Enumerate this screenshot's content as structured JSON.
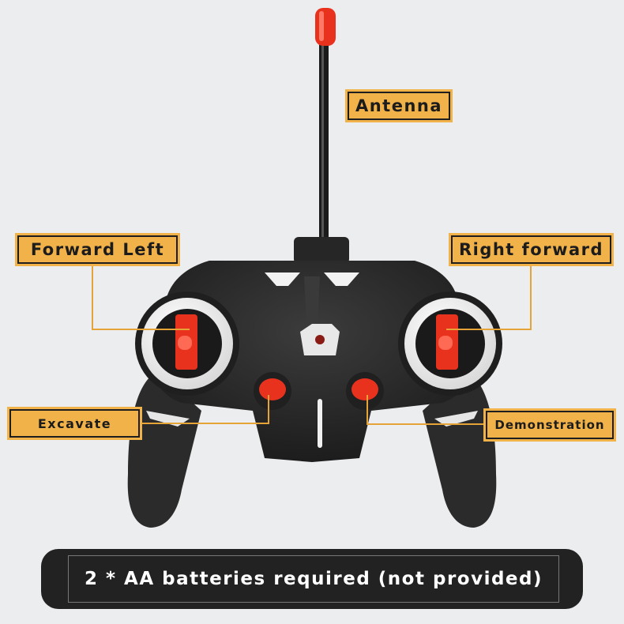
{
  "callouts": {
    "antenna": "Antenna",
    "forward_left": "Forward Left",
    "right_forward": "Right forward",
    "excavate": "Excavate",
    "demonstration": "Demonstration"
  },
  "banner": {
    "text": "2 * AA batteries required (not provided)"
  },
  "colors": {
    "background": "#ecedef",
    "callout_fill": "#f2b24a",
    "controller_body": "#2a2a2a",
    "button_red": "#e8321e",
    "antenna_tip": "#e8321e"
  }
}
